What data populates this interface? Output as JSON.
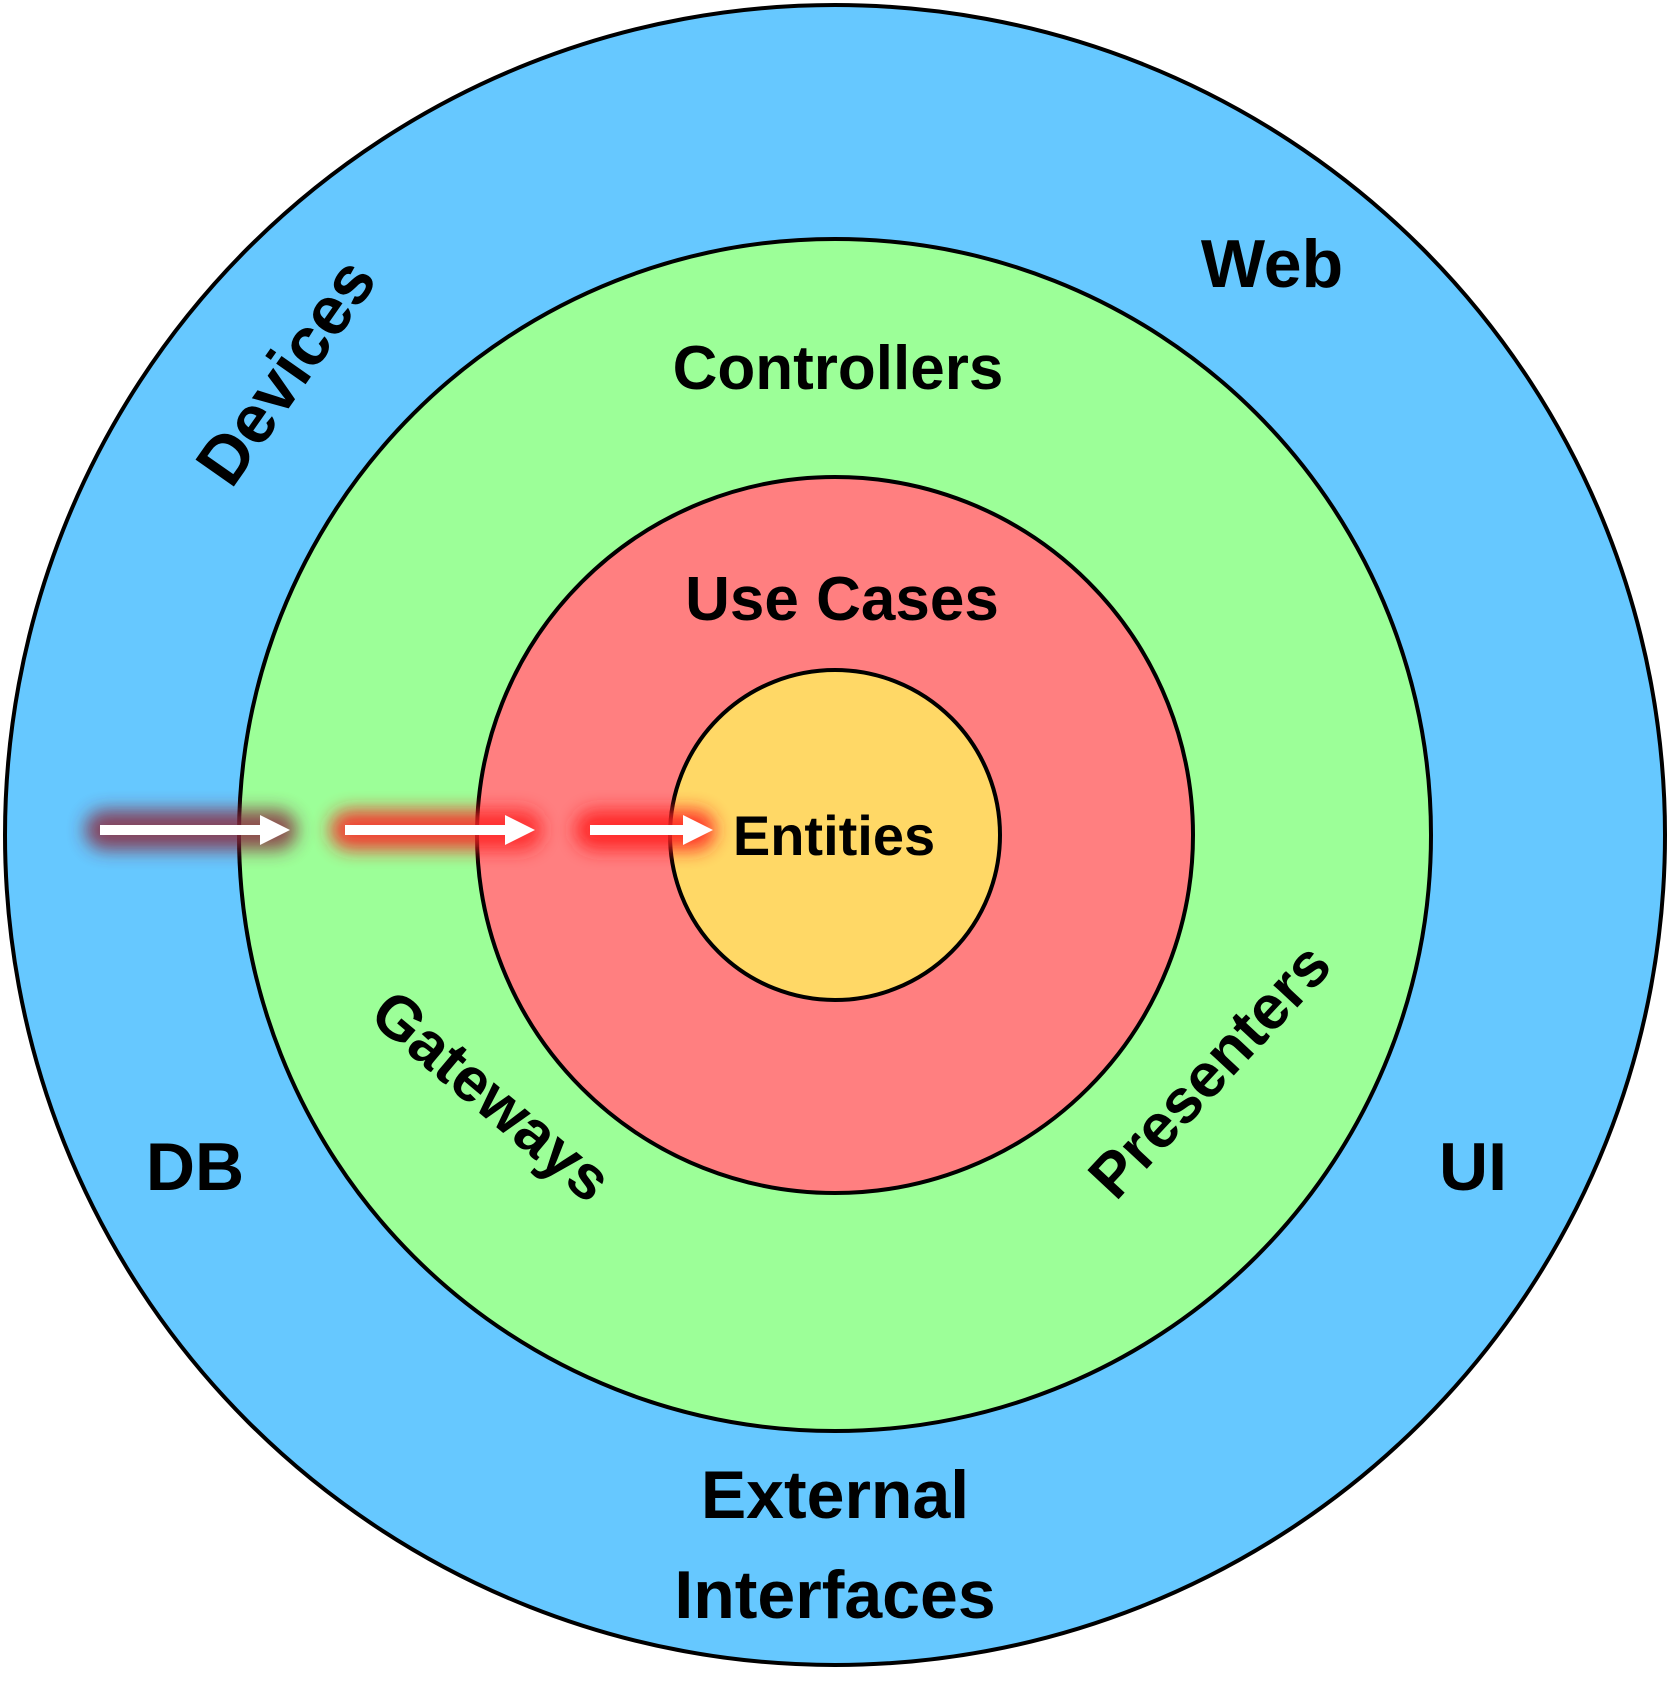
{
  "rings": [
    {
      "name": "External Interfaces",
      "color": "#66c8ff"
    },
    {
      "name": "Controllers",
      "color": "#9cff98"
    },
    {
      "name": "Use Cases",
      "color": "#ff7f80"
    },
    {
      "name": "Entities",
      "color": "#ffd866"
    }
  ],
  "outline_color": "#000000",
  "arrow": {
    "fill": "#ffffff",
    "glow": "#ff2020",
    "glow_dark": "#8a2a40"
  },
  "labels": {
    "web": "Web",
    "devices": "Devices",
    "db": "DB",
    "ui": "UI",
    "external_line1": "External",
    "external_line2": "Interfaces",
    "controllers": "Controllers",
    "gateways": "Gateways",
    "presenters": "Presenters",
    "use_cases": "Use Cases",
    "entities": "Entities"
  }
}
